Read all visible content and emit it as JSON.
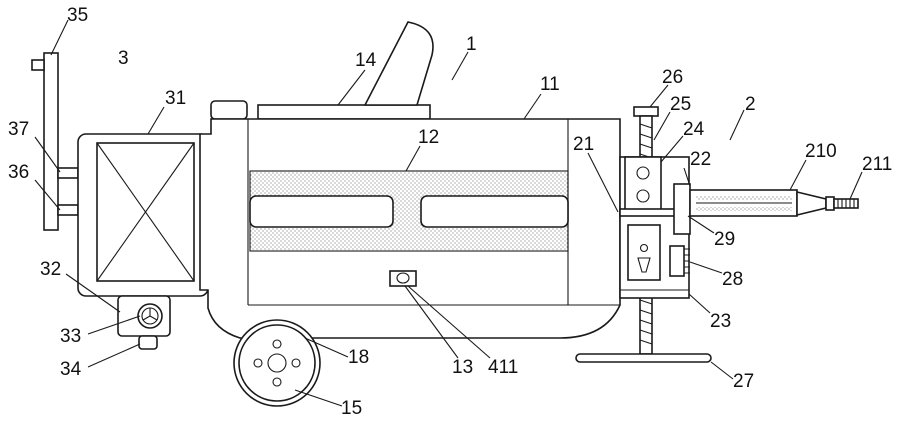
{
  "labels": {
    "l35": "35",
    "l3": "3",
    "l31": "31",
    "l37": "37",
    "l36": "36",
    "l32": "32",
    "l33": "33",
    "l34": "34",
    "l14": "14",
    "l1": "1",
    "l11": "11",
    "l12": "12",
    "l13": "13",
    "l411": "411",
    "l18": "18",
    "l15": "15",
    "l26": "26",
    "l25": "25",
    "l24": "24",
    "l2": "2",
    "l21": "21",
    "l22": "22",
    "l210": "210",
    "l211": "211",
    "l29": "29",
    "l28": "28",
    "l23": "23",
    "l27": "27"
  }
}
